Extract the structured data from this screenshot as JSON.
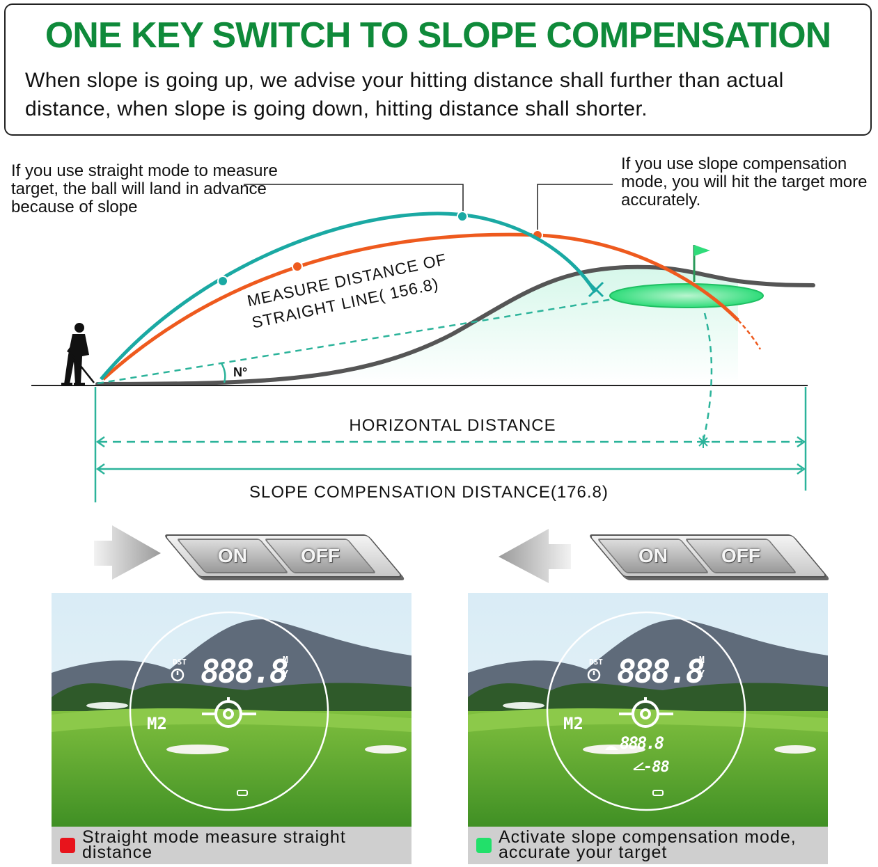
{
  "header": {
    "title": "ONE KEY SWITCH TO SLOPE COMPENSATION",
    "description": "When slope is going up, we advise your hitting distance shall further than actual distance, when slope is going down, hitting distance shall shorter."
  },
  "callouts": {
    "straight_mode": "If you use straight mode to measure target, the ball will land in advance because of slope",
    "slope_mode": "If you use slope compensation mode, you will hit the target more accurately."
  },
  "diagram": {
    "measure_line_label_1": "MEASURE DISTANCE OF",
    "measure_line_label_2": "STRAIGHT LINE( 156.8)",
    "angle_label": "N°",
    "horizontal_label": "HORIZONTAL DISTANCE",
    "slope_label": "SLOPE COMPENSATION DISTANCE(176.8)",
    "colors": {
      "straight_arc": "#1aa9a3",
      "slope_arc": "#ee5a1e",
      "guide": "#2bb39a",
      "green": "#2fdc7a"
    }
  },
  "toggles": [
    {
      "on": "ON",
      "off": "OFF",
      "arrow": "right"
    },
    {
      "on": "ON",
      "off": "OFF",
      "arrow": "left"
    }
  ],
  "panels": [
    {
      "dst": "DST",
      "main_reading": "888.8",
      "unit_m": "M",
      "unit_y": "Y",
      "mode": "M2",
      "caption": "Straight mode measure straight distance",
      "caption_color": "#e8141c"
    },
    {
      "dst": "DST",
      "main_reading": "888.8",
      "unit_m": "M",
      "unit_y": "Y",
      "mode": "M2",
      "slope_reading": "888.8",
      "angle_reading": "-88",
      "caption": "Activate slope compensation mode, accurate your target",
      "caption_color": "#22e06a"
    }
  ]
}
